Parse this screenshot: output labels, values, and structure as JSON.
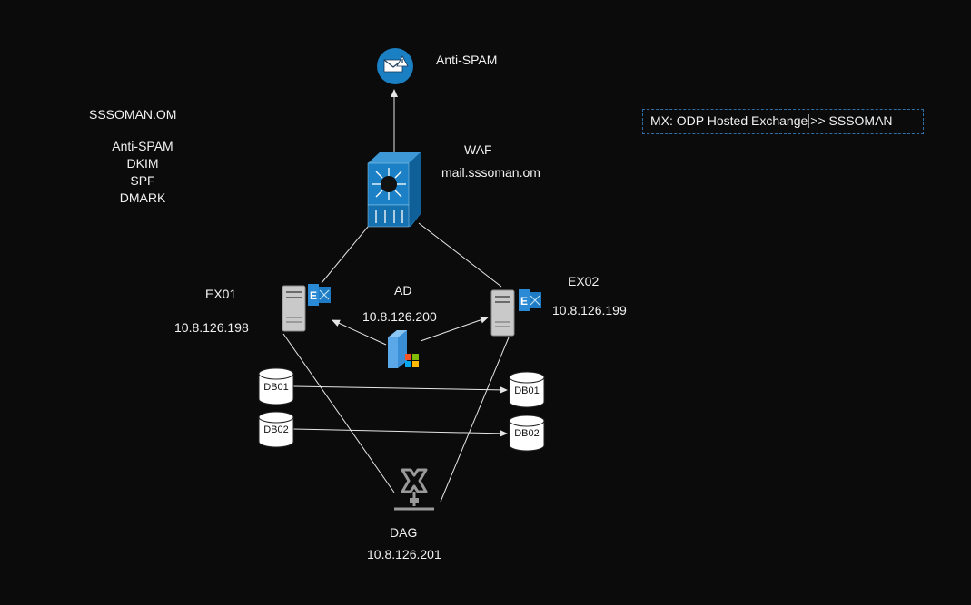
{
  "notes": {
    "title": "SSSOMAN.OM",
    "items": [
      "Anti-SPAM",
      "DKIM",
      "SPF",
      "DMARK"
    ]
  },
  "mx_box": {
    "before": "MX: ODP Hosted Exchange",
    "after": ">> SSSOMAN"
  },
  "nodes": {
    "antispam": {
      "label": "Anti-SPAM",
      "icon": "mail-alert-icon"
    },
    "waf": {
      "label": "WAF",
      "host": "mail.sssoman.om",
      "icon": "layer3-switch-icon"
    },
    "ex01": {
      "label": "EX01",
      "ip": "10.8.126.198",
      "icon": "exchange-server-icon"
    },
    "ex02": {
      "label": "EX02",
      "ip": "10.8.126.199",
      "icon": "exchange-server-icon"
    },
    "ad": {
      "label": "AD",
      "ip": "10.8.126.200",
      "icon": "windows-server-icon"
    },
    "dag": {
      "label": "DAG",
      "ip": "10.8.126.201",
      "icon": "dag-icon"
    },
    "db01_left": {
      "label": "DB01"
    },
    "db02_left": {
      "label": "DB02"
    },
    "db01_right": {
      "label": "DB01"
    },
    "db02_right": {
      "label": "DB02"
    }
  },
  "colors": {
    "background": "#0b0b0b",
    "line": "#e6e6e6",
    "accent_blue": "#1b7fc4",
    "box_border": "#2f6fa8"
  }
}
